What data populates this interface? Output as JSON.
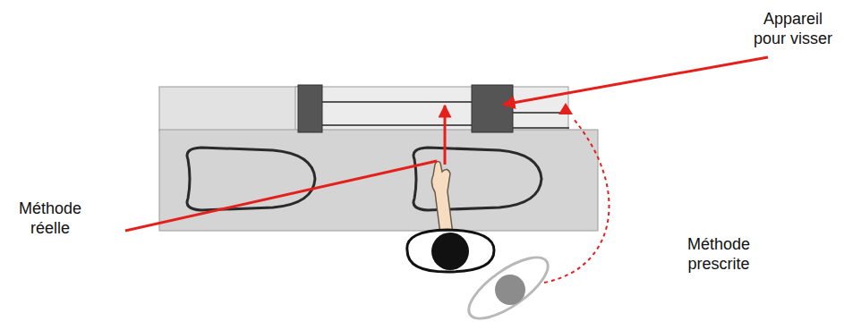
{
  "diagram": {
    "labels": [
      "Appareil pour visser",
      "Méthode réelle",
      "Méthode prescrite"
    ]
  }
}
